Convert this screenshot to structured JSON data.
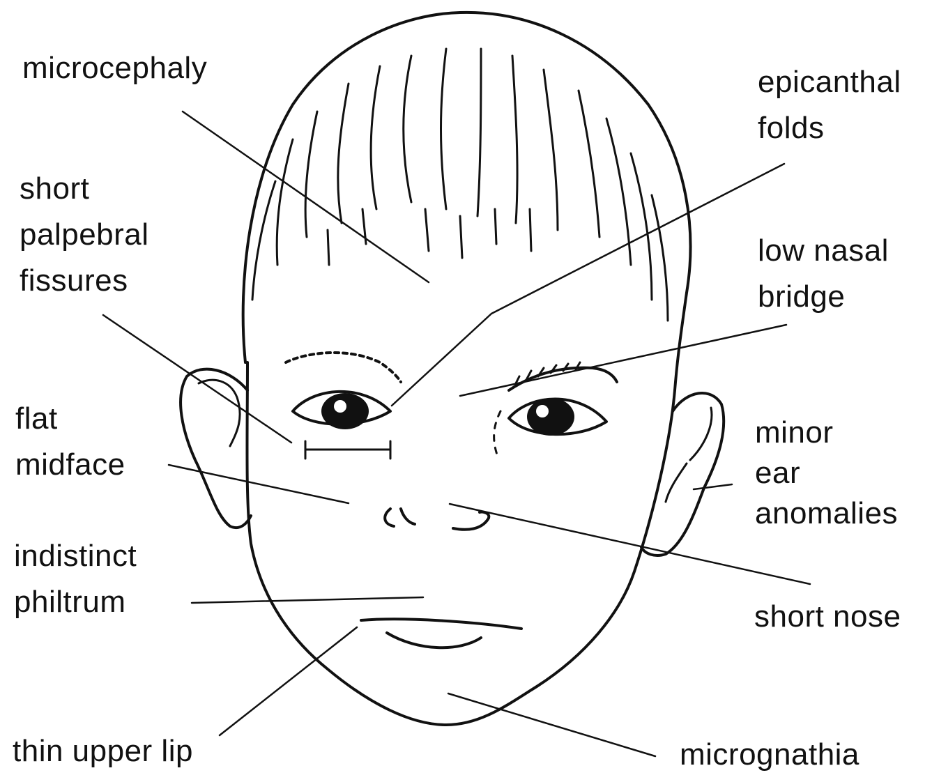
{
  "labels": {
    "microcephaly": [
      "microcephaly"
    ],
    "epicanthal_folds": [
      "epicanthal",
      "folds"
    ],
    "short_palpebral_fissures": [
      "short",
      "palpebral",
      "fissures"
    ],
    "low_nasal_bridge": [
      "low nasal",
      "bridge"
    ],
    "flat_midface": [
      "flat",
      "midface"
    ],
    "minor_ear_anomalies": [
      "minor",
      "ear",
      "anomalies"
    ],
    "indistinct_philtrum": [
      "indistinct",
      "philtrum"
    ],
    "short_nose": [
      "short nose"
    ],
    "thin_upper_lip": [
      "thin upper lip"
    ],
    "micrognathia": [
      "micrognathia"
    ]
  },
  "colors": {
    "ink": "#111111",
    "background": "#ffffff"
  }
}
